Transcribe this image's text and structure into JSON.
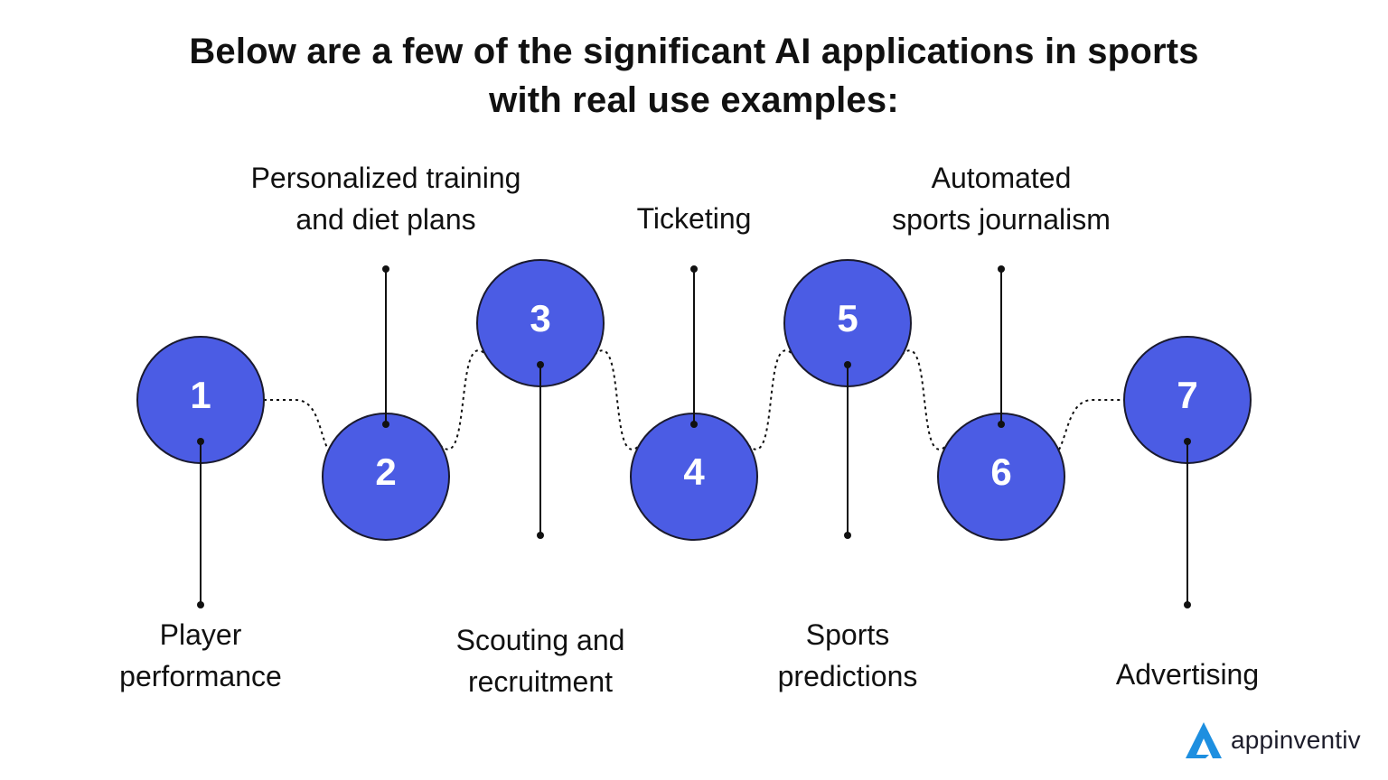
{
  "title": {
    "line1": "Below are a few of the significant AI applications in sports",
    "line2": "with real use examples:"
  },
  "steps": [
    {
      "number": "1",
      "label_lines": [
        "Player",
        "performance"
      ],
      "position": "below"
    },
    {
      "number": "2",
      "label_lines": [
        "Personalized training",
        "and diet plans"
      ],
      "position": "above"
    },
    {
      "number": "3",
      "label_lines": [
        "Scouting and",
        "recruitment"
      ],
      "position": "below"
    },
    {
      "number": "4",
      "label_lines": [
        "Ticketing"
      ],
      "position": "above"
    },
    {
      "number": "5",
      "label_lines": [
        "Sports",
        "predictions"
      ],
      "position": "below"
    },
    {
      "number": "6",
      "label_lines": [
        "Automated",
        "sports journalism"
      ],
      "position": "above"
    },
    {
      "number": "7",
      "label_lines": [
        "Advertising"
      ],
      "position": "below"
    }
  ],
  "colors": {
    "circle_fill": "#4b5ce4",
    "circle_stroke": "#1a1a2e",
    "line": "#111111",
    "logo_blue": "#1e8fe0"
  },
  "brand": {
    "name": "appinventiv",
    "icon": "appinventiv-logo-icon"
  }
}
